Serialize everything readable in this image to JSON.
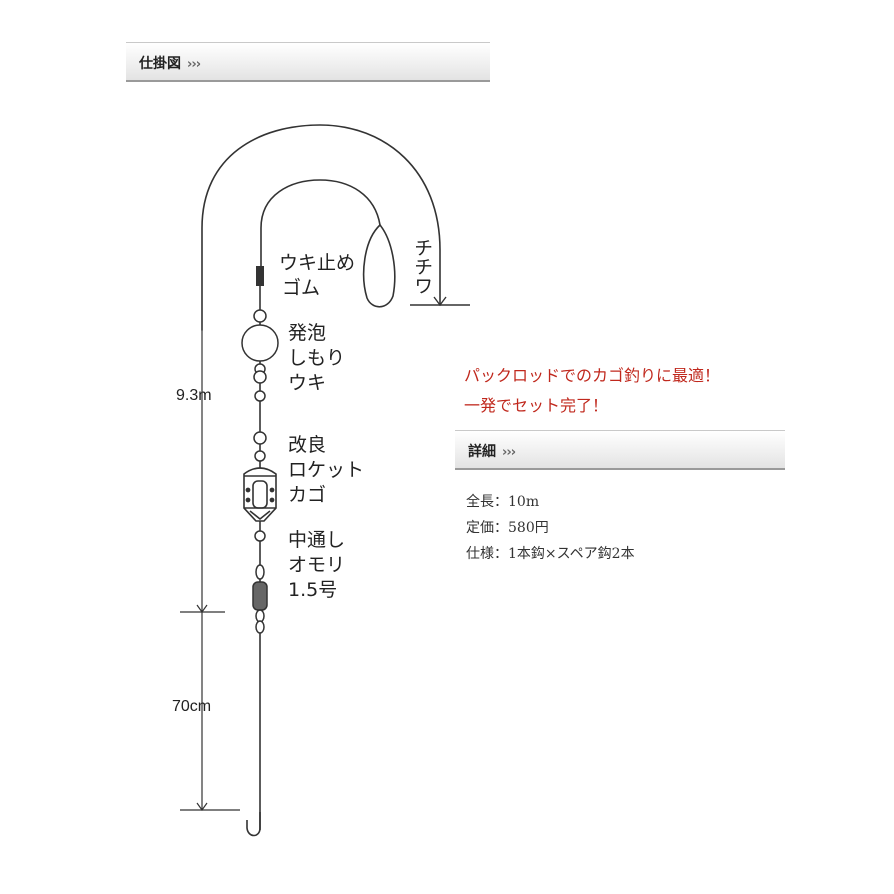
{
  "sections": {
    "shikake": {
      "title": "仕掛図",
      "arrows": "›››"
    },
    "shousai": {
      "title": "詳細",
      "arrows": "›››"
    }
  },
  "diagram": {
    "labels": {
      "ukidome": [
        "ウキ止め",
        "ゴム"
      ],
      "chichiwa": "チチワ",
      "float": [
        "発泡",
        "しもり",
        "ウキ"
      ],
      "kago": [
        "改良",
        "ロケット",
        "カゴ"
      ],
      "sinker": [
        "中通し",
        "オモリ",
        "1.5号"
      ]
    },
    "measurements": {
      "main_line": "9.3m",
      "leader": "70cm"
    }
  },
  "promo": {
    "line1": "パックロッドでのカゴ釣りに最適！",
    "line2": "一発でセット完了！"
  },
  "details": [
    "全長：10m",
    "定価：580円",
    "仕様：1本鈎×スペア鈎2本"
  ],
  "colors": {
    "promo_text": "#c0281d",
    "line": "#333333",
    "bar_border": "#9a9a9a"
  }
}
